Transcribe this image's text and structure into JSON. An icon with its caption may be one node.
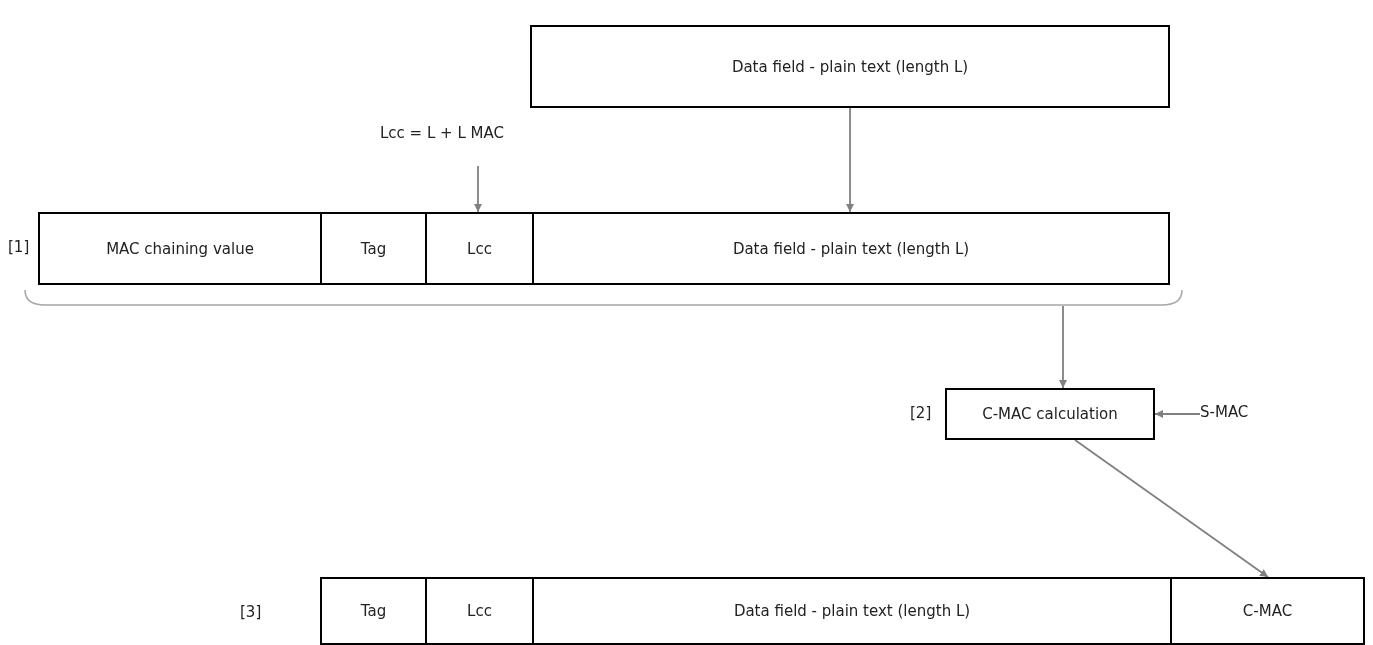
{
  "diagram": {
    "nodes": [
      {
        "text": [
          "Data field - plain text (length L)"
        ]
      },
      {
        "text": [
          "Lcc = L + L MAC"
        ]
      },
      {
        "text": [
          "MAC chaining value"
        ],
        "beside": [
          "[1]"
        ]
      },
      {
        "text": [
          "Tag"
        ]
      },
      {
        "text": [
          "Lcc"
        ]
      },
      {
        "text": [
          "Data field - plain text (length L)"
        ]
      },
      {
        "text": [
          "C-MAC calculation"
        ],
        "beside": [
          "[2]"
        ]
      },
      {
        "text": [
          "S-MAC"
        ]
      },
      {
        "text": [
          "Tag"
        ],
        "beside": [
          "[3]"
        ]
      },
      {
        "text": [
          "Lcc"
        ]
      },
      {
        "text": [
          "Data field - plain text (length L)"
        ]
      },
      {
        "text": [
          "C-MAC"
        ]
      }
    ],
    "edges": [
      {
        "from": 0,
        "to": 5,
        "arrow": "to"
      },
      {
        "from": 1,
        "to": 4,
        "arrow": "to"
      },
      {
        "from": null,
        "to": 6,
        "arrow": "to"
      },
      {
        "from": 7,
        "to": 6,
        "arrow": "to"
      },
      {
        "from": 6,
        "to": 11,
        "arrow": "to"
      }
    ]
  }
}
